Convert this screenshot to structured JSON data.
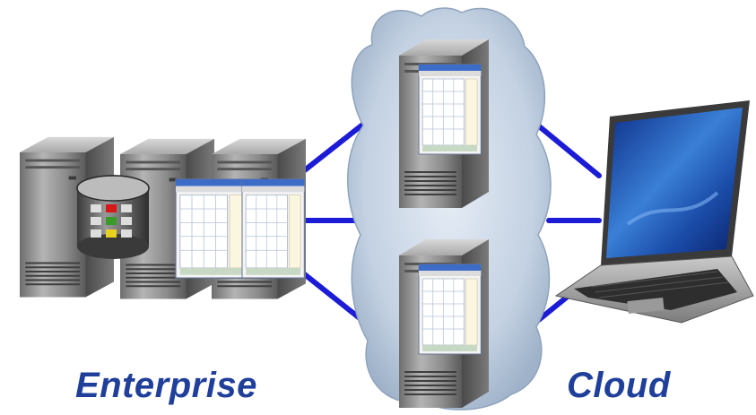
{
  "labels": {
    "enterprise": "Enterprise",
    "cloud": "Cloud"
  },
  "nodes": [
    {
      "id": "enterprise-server-1",
      "kind": "database-server"
    },
    {
      "id": "enterprise-server-2",
      "kind": "app-server"
    },
    {
      "id": "enterprise-server-3",
      "kind": "app-server"
    },
    {
      "id": "cloud-server-top",
      "kind": "app-server"
    },
    {
      "id": "cloud-server-bottom",
      "kind": "app-server"
    },
    {
      "id": "laptop",
      "kind": "client"
    }
  ],
  "connections": [
    [
      "enterprise-server-3",
      "cloud-server-top"
    ],
    [
      "enterprise-server-3",
      "cloud"
    ],
    [
      "enterprise-server-3",
      "cloud-server-bottom"
    ],
    [
      "cloud-server-top",
      "laptop"
    ],
    [
      "cloud",
      "laptop"
    ],
    [
      "cloud-server-bottom",
      "laptop"
    ]
  ],
  "colors": {
    "link": "#1c1cd6",
    "caption": "#1f3f9a",
    "server_front": "#8a8a8a",
    "cloud": "#b9c9db",
    "db_red": "#d81818",
    "db_yellow": "#e8d020",
    "db_green": "#3a9a2a"
  },
  "icons": [
    "database-icon",
    "server-icon",
    "cloud-icon",
    "laptop-icon",
    "calendar-window-icon"
  ]
}
